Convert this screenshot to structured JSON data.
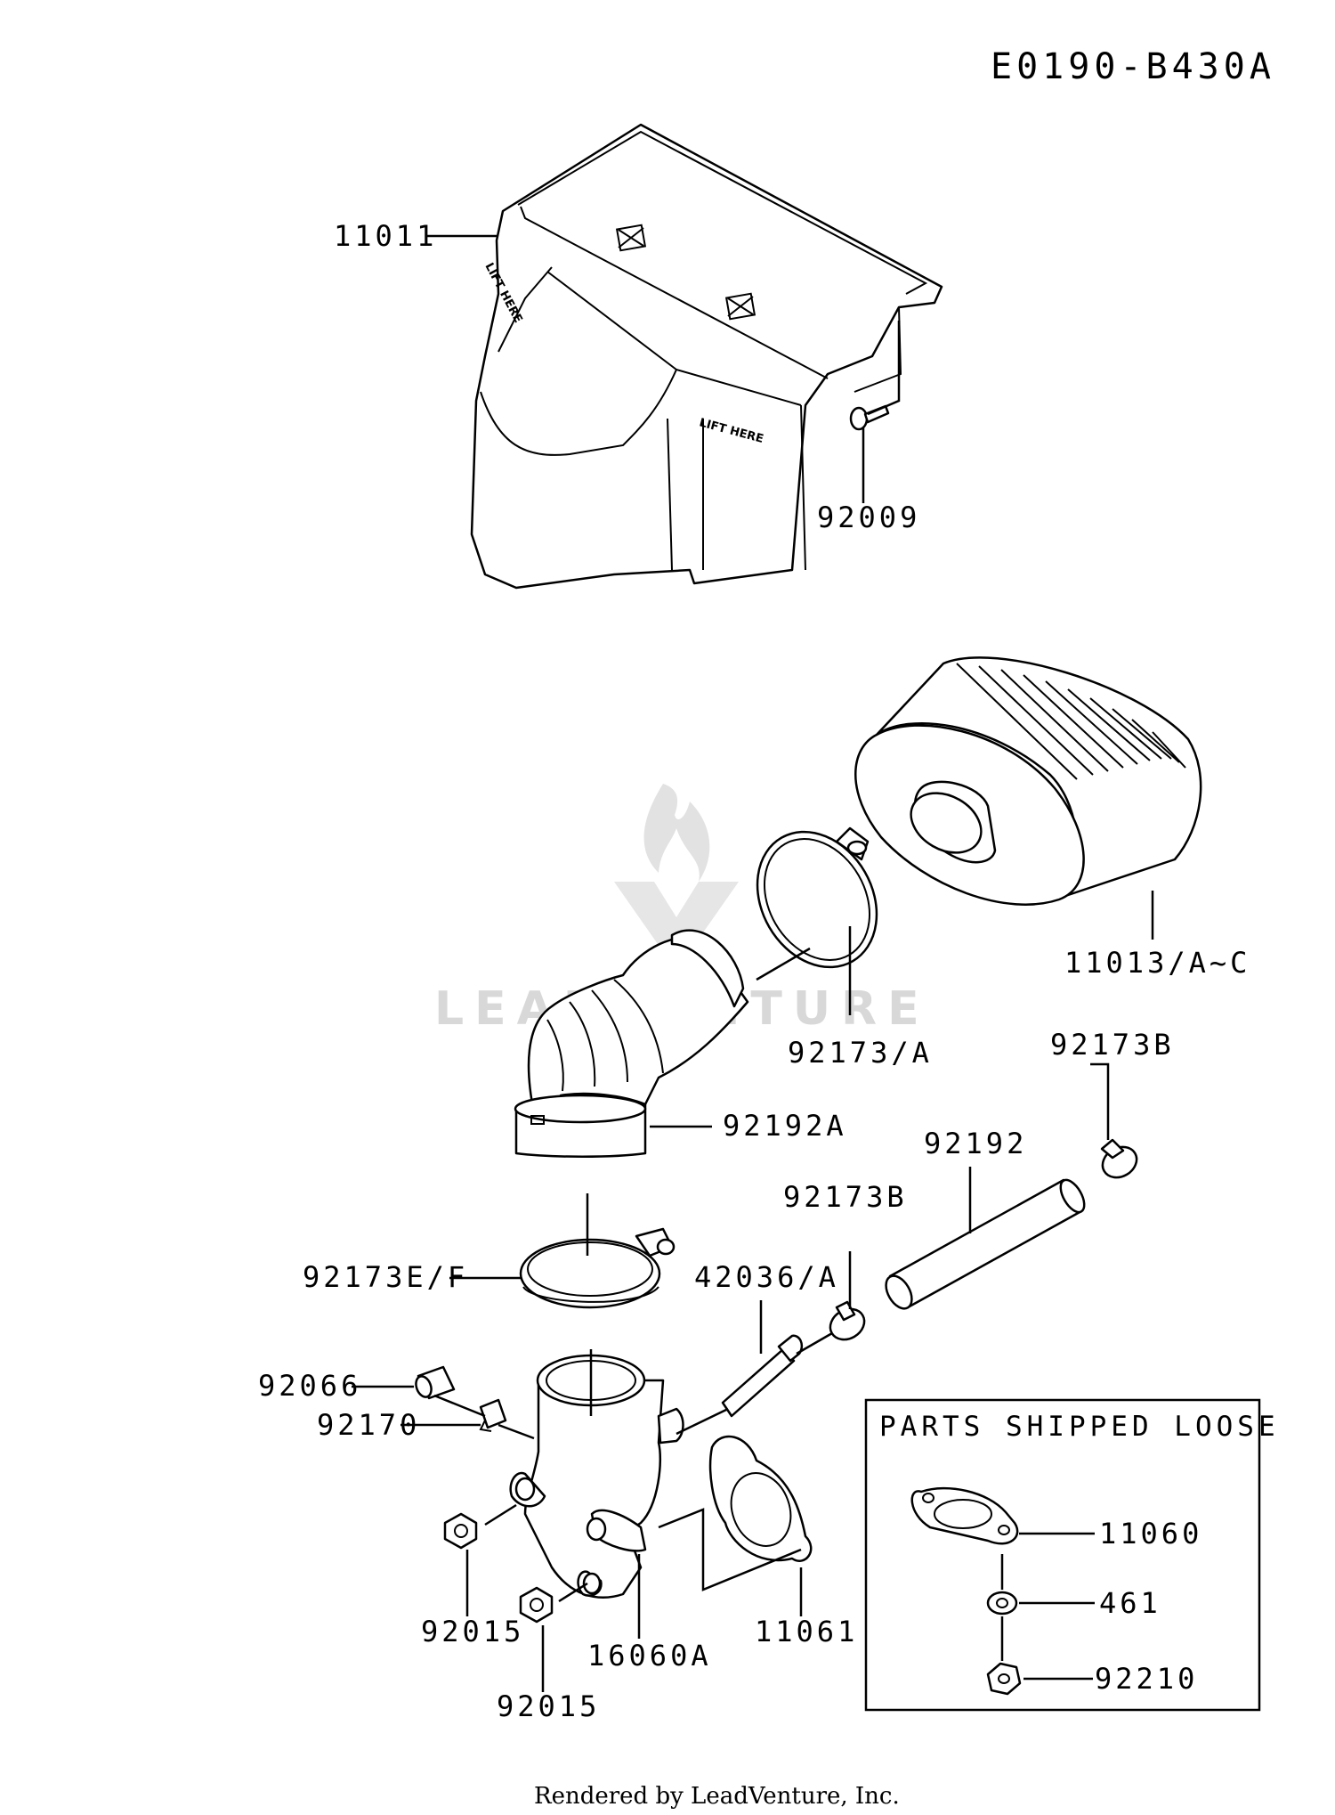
{
  "diagram_code": "E0190-B430A",
  "box_title": "PARTS SHIPPED LOOSE",
  "lift_text": "LIFT HERE",
  "watermark": "LEADVENTURE",
  "footer": "Rendered by LeadVenture, Inc.",
  "labels": {
    "p11011": "11011",
    "p92009": "92009",
    "p11013": "11013/A~C",
    "p92173a": "92173/A",
    "p92173b_top": "92173B",
    "p92192a": "92192A",
    "p92192": "92192",
    "p92173b_mid": "92173B",
    "p42036": "42036/A",
    "p92173ef": "92173E/F",
    "p92066": "92066",
    "p92170": "92170",
    "p92015_a": "92015",
    "p92015_b": "92015",
    "p16060a": "16060A",
    "p11061": "11061",
    "p11060": "11060",
    "p461": "461",
    "p92210": "92210"
  }
}
